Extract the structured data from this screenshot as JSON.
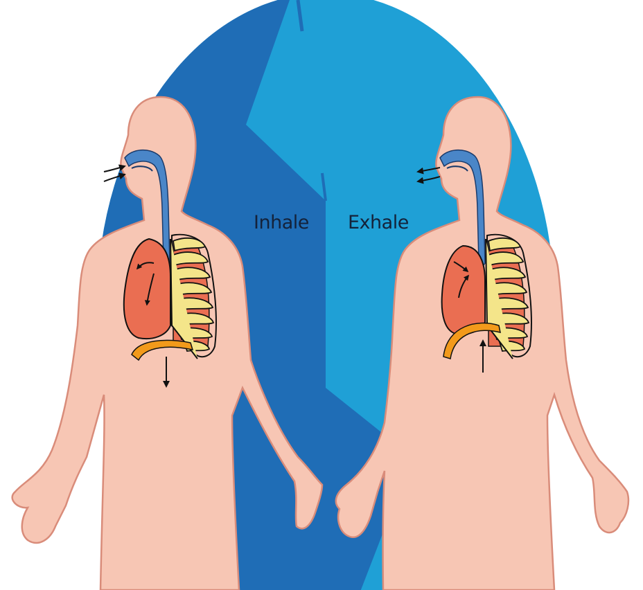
{
  "labels": {
    "inhale": "Inhale",
    "exhale": "Exhale"
  },
  "colors": {
    "background_dark_blue": "#1f6db6",
    "background_light_blue": "#1fa0d6",
    "skin": "#f7c6b4",
    "skin_outline": "#d98c7a",
    "lung": "#ea6e52",
    "airway": "#4a86c8",
    "rib_cage": "#f4e58a",
    "diaphragm": "#f29a1b",
    "arrow": "#111111"
  },
  "figures": [
    {
      "phase": "inhale",
      "diaphragm_arrow": "down",
      "nose_arrows": "in"
    },
    {
      "phase": "exhale",
      "diaphragm_arrow": "up",
      "nose_arrows": "out"
    }
  ]
}
